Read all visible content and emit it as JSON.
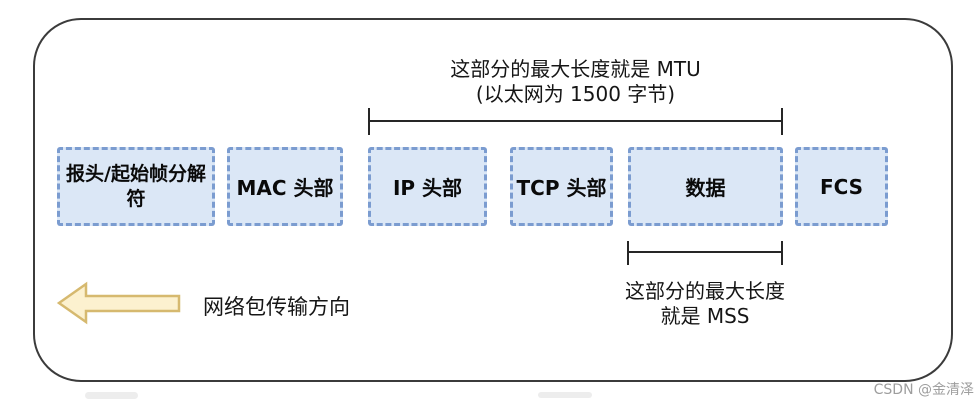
{
  "colors": {
    "container_border": "#3b3b3b",
    "line_color": "#262626",
    "text_color": "#161616",
    "box_fill": "#dbe7f6",
    "box_border": "#7b9cd0",
    "arrow_fill": "#fcf1cf",
    "arrow_stroke": "#d6b96f",
    "watermark_color": "#9e9e9e"
  },
  "annotations": {
    "mtu": {
      "line1": "这部分的最大长度就是 MTU",
      "line2": "(以太网为 1500 字节)"
    },
    "mss": {
      "line1": "这部分的最大长度",
      "line2": "就是 MSS"
    },
    "direction": "网络包传输方向"
  },
  "boxes": [
    {
      "label": "报头/起始帧分解符"
    },
    {
      "label": "MAC 头部"
    },
    {
      "label": "IP 头部"
    },
    {
      "label": "TCP 头部"
    },
    {
      "label": "数据"
    },
    {
      "label": "FCS"
    }
  ],
  "watermark": "CSDN @金清泽"
}
